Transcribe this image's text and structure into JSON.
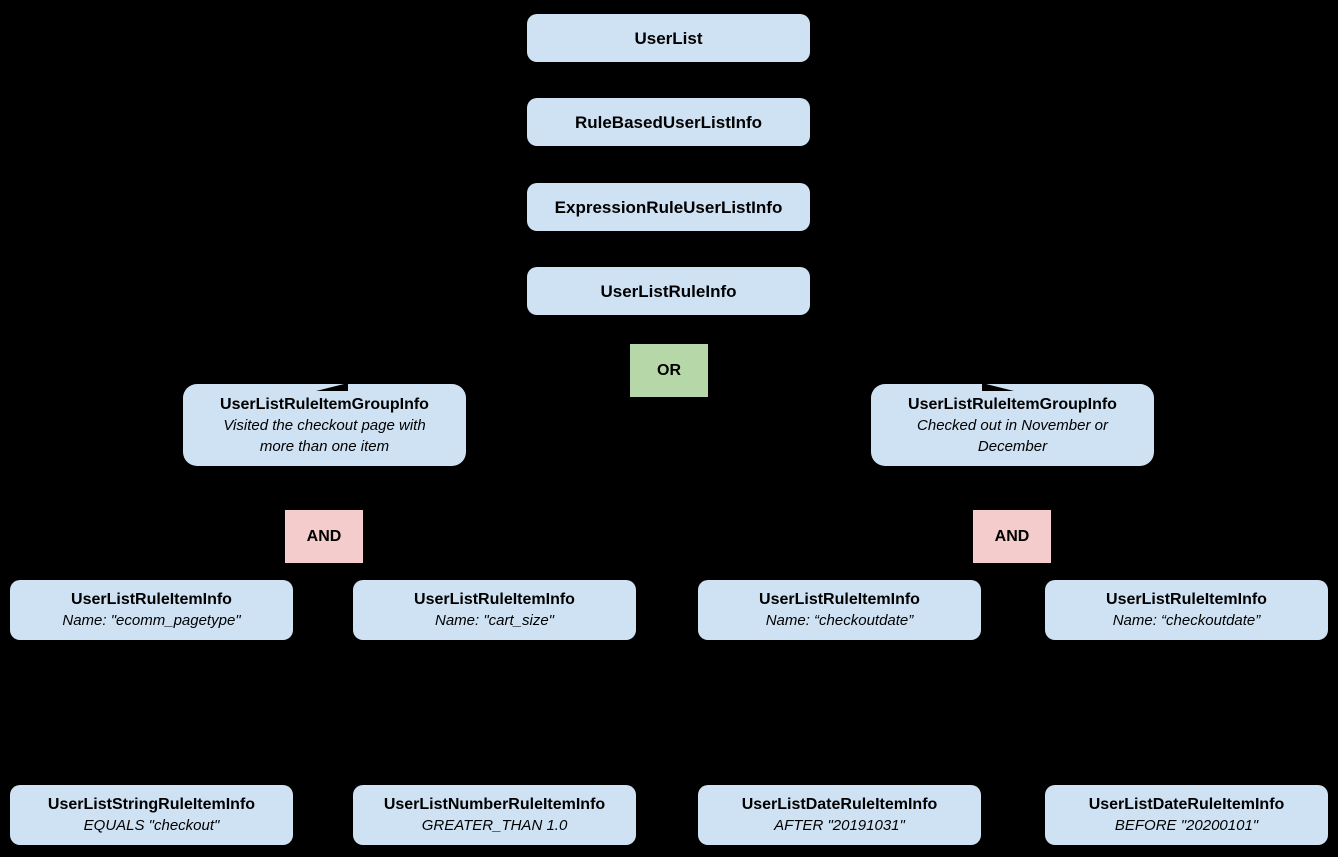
{
  "colors": {
    "canvas_bg": "#000000",
    "node_bg": "#cfe2f3",
    "or_bg": "#b6d7a8",
    "and_bg": "#f4cccc",
    "text": "#000000"
  },
  "diagram": {
    "stack": [
      {
        "label": "UserList"
      },
      {
        "label": "RuleBasedUserListInfo"
      },
      {
        "label": "ExpressionRuleUserListInfo"
      },
      {
        "label": "UserListRuleInfo"
      }
    ],
    "or_label": "OR",
    "and_label": "AND",
    "groups": [
      {
        "title": "UserListRuleItemGroupInfo",
        "subtitle": "Visited the checkout page with more than one item"
      },
      {
        "title": "UserListRuleItemGroupInfo",
        "subtitle": "Checked out in November or December"
      }
    ],
    "rule_items": [
      {
        "title": "UserListRuleItemInfo",
        "subtitle": "Name: \"ecomm_pagetype\""
      },
      {
        "title": "UserListRuleItemInfo",
        "subtitle": "Name: \"cart_size\""
      },
      {
        "title": "UserListRuleItemInfo",
        "subtitle": "Name: “checkoutdate”"
      },
      {
        "title": "UserListRuleItemInfo",
        "subtitle": "Name: “checkoutdate”"
      }
    ],
    "leaf_items": [
      {
        "title": "UserListStringRuleItemInfo",
        "subtitle": "EQUALS \"checkout\""
      },
      {
        "title": "UserListNumberRuleItemInfo",
        "subtitle": "GREATER_THAN 1.0"
      },
      {
        "title": "UserListDateRuleItemInfo",
        "subtitle": "AFTER \"20191031\""
      },
      {
        "title": "UserListDateRuleItemInfo",
        "subtitle": "BEFORE \"20200101\""
      }
    ]
  }
}
